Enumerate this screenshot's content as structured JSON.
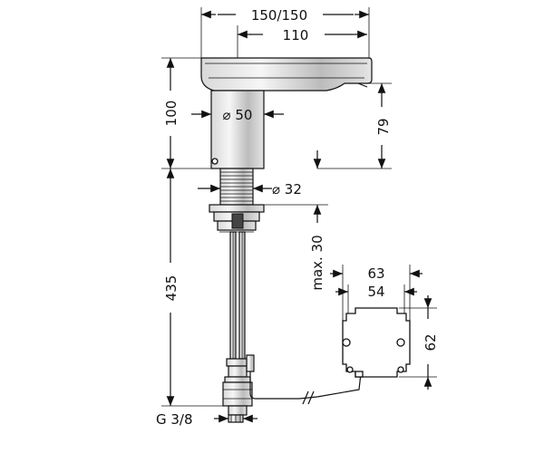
{
  "dimensions": {
    "spout_total": "150/150",
    "spout_reach": "110",
    "height_total": "100",
    "outlet_height": "79",
    "body_diameter": "⌀ 50",
    "shank_diameter": "⌀ 32",
    "mounting_depth": "max. 30",
    "hose_length": "435",
    "box_width_outer": "63",
    "box_width_inner": "54",
    "box_height": "62",
    "connection_thread": "G 3/8"
  },
  "colors": {
    "line": "#111111",
    "background": "#ffffff"
  }
}
